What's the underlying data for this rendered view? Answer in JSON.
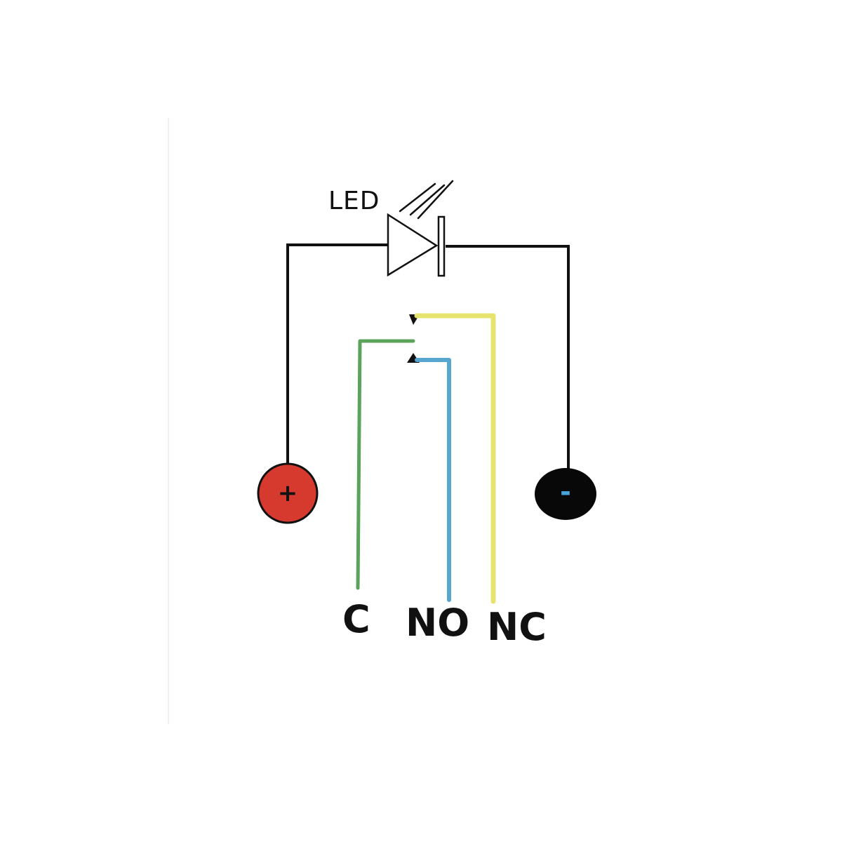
{
  "diagram": {
    "led_label": "LED",
    "positive_symbol": "+",
    "negative_symbol": "-",
    "terminals": {
      "common": "C",
      "normally_open": "NO",
      "normally_closed": "NC"
    }
  },
  "colors": {
    "wire": "#111111",
    "common_wire": "#5aa35a",
    "no_wire": "#56a6d0",
    "nc_wire": "#e6e36e",
    "positive_terminal": "#d63a2f",
    "negative_terminal": "#080808",
    "negative_mark": "#4aa3d8"
  }
}
